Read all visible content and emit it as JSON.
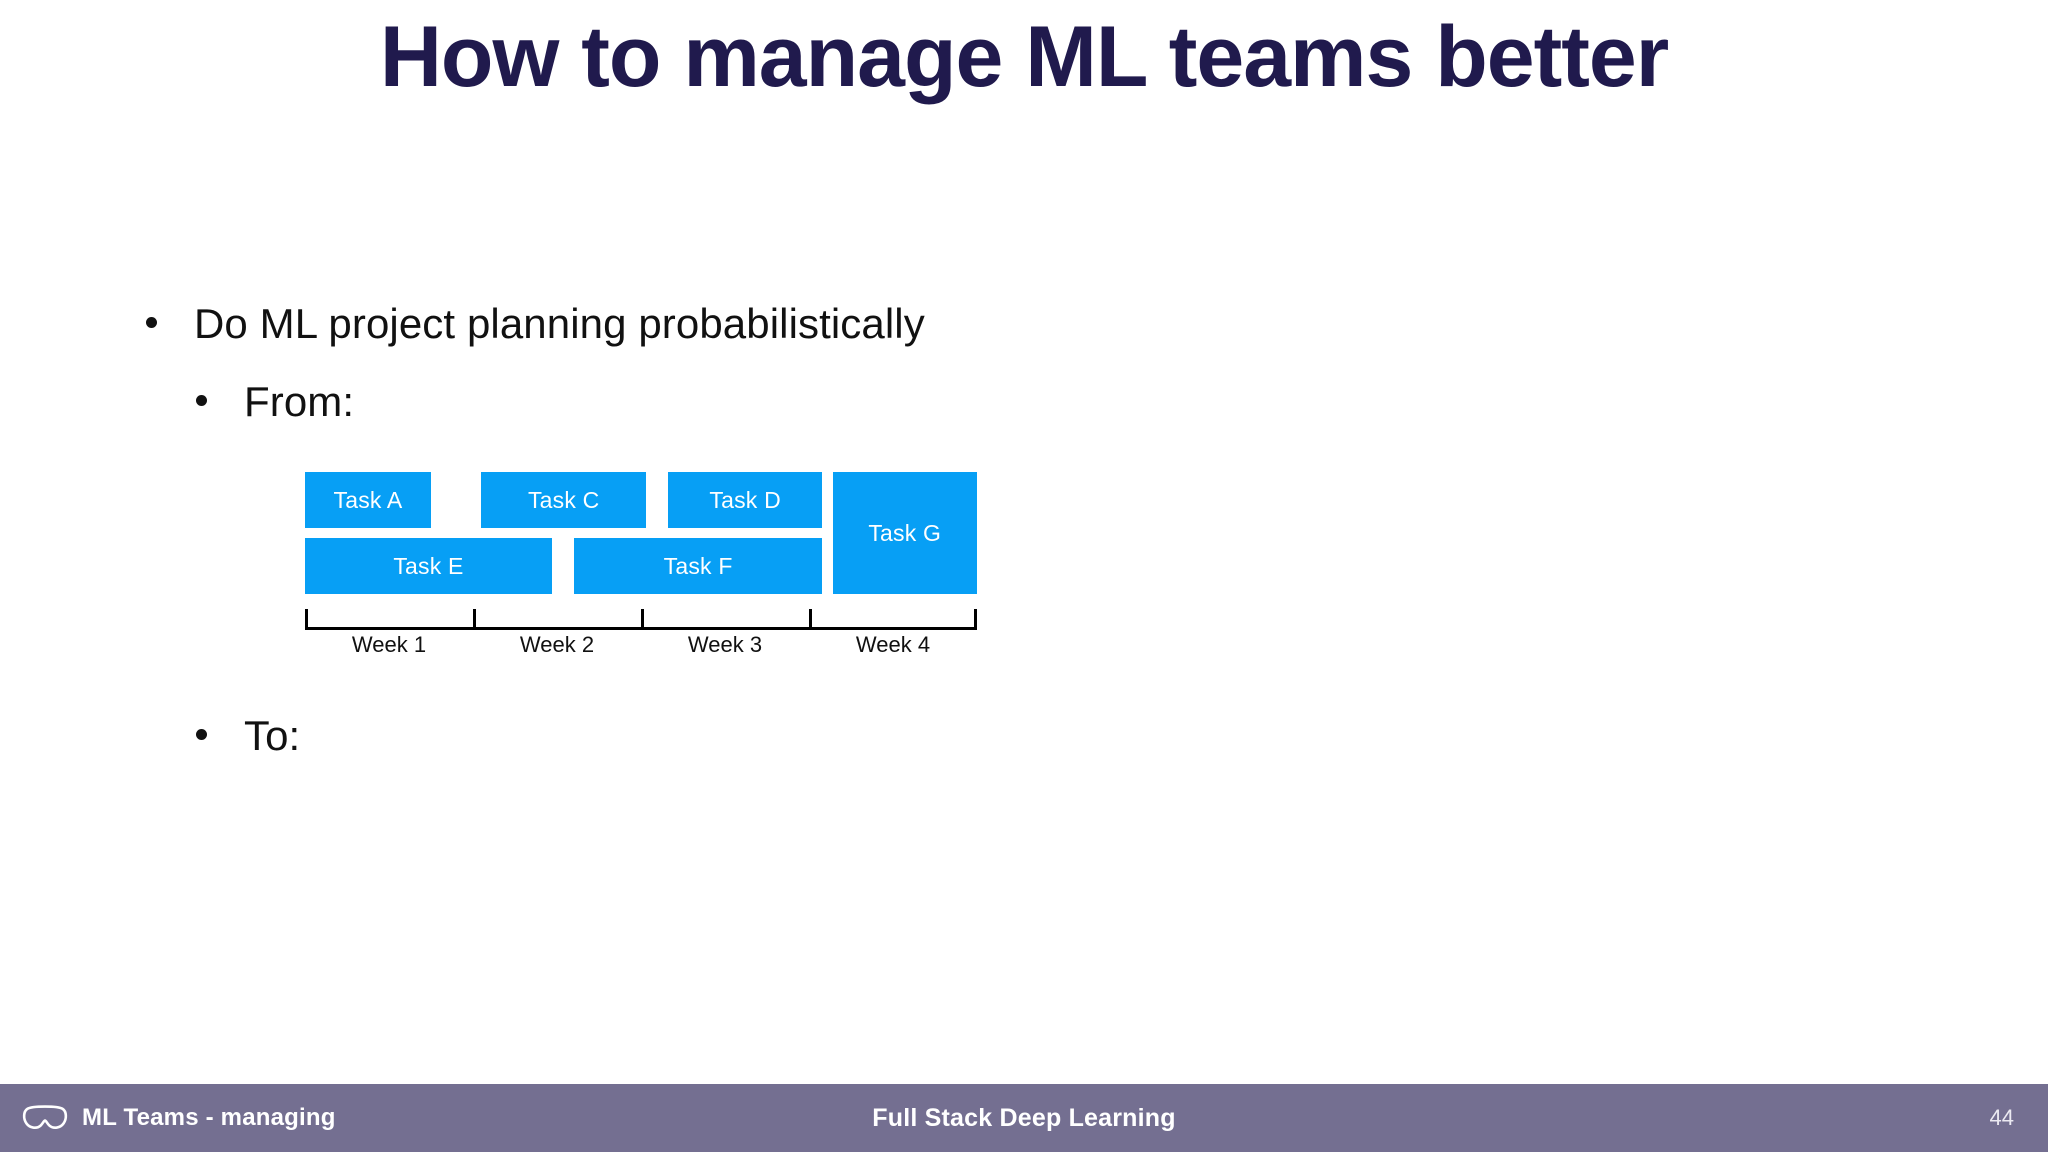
{
  "slide": {
    "title": "How to manage ML teams better",
    "title_color": "#201A4D",
    "background": "#ffffff"
  },
  "body": {
    "bullets": [
      {
        "level": 1,
        "text": "Do ML project planning probabilistically"
      },
      {
        "level": 2,
        "text": "From:"
      },
      {
        "level": 2,
        "text": "To:"
      }
    ]
  },
  "chart_data": {
    "type": "gantt",
    "title": "",
    "xlabel": "",
    "ylabel": "",
    "bar_color": "#079FF5",
    "bar_text_color": "#ffffff",
    "axis_color": "#000000",
    "grid": false,
    "legend": "none",
    "xlim": [
      0,
      4
    ],
    "x_unit": "week",
    "tick_labels": [
      "Week 1",
      "Week 2",
      "Week 3",
      "Week 4"
    ],
    "rows": 2,
    "tasks": [
      {
        "label": "Task A",
        "row": 0,
        "start": 0.0,
        "end": 0.75
      },
      {
        "label": "Task C",
        "row": 0,
        "start": 1.05,
        "end": 2.03
      },
      {
        "label": "Task D",
        "row": 0,
        "start": 2.16,
        "end": 3.08
      },
      {
        "label": "Task G",
        "row": 0,
        "start": 3.14,
        "end": 4.0,
        "span_rows": 2
      },
      {
        "label": "Task E",
        "row": 1,
        "start": 0.0,
        "end": 1.47
      },
      {
        "label": "Task F",
        "row": 1,
        "start": 1.6,
        "end": 3.08
      }
    ]
  },
  "footer": {
    "icon": "goggles-icon",
    "left_label": "ML Teams - managing",
    "center_label": "Full Stack Deep Learning",
    "page_number": "44",
    "background": "#746F91",
    "text_color": "#ffffff"
  }
}
